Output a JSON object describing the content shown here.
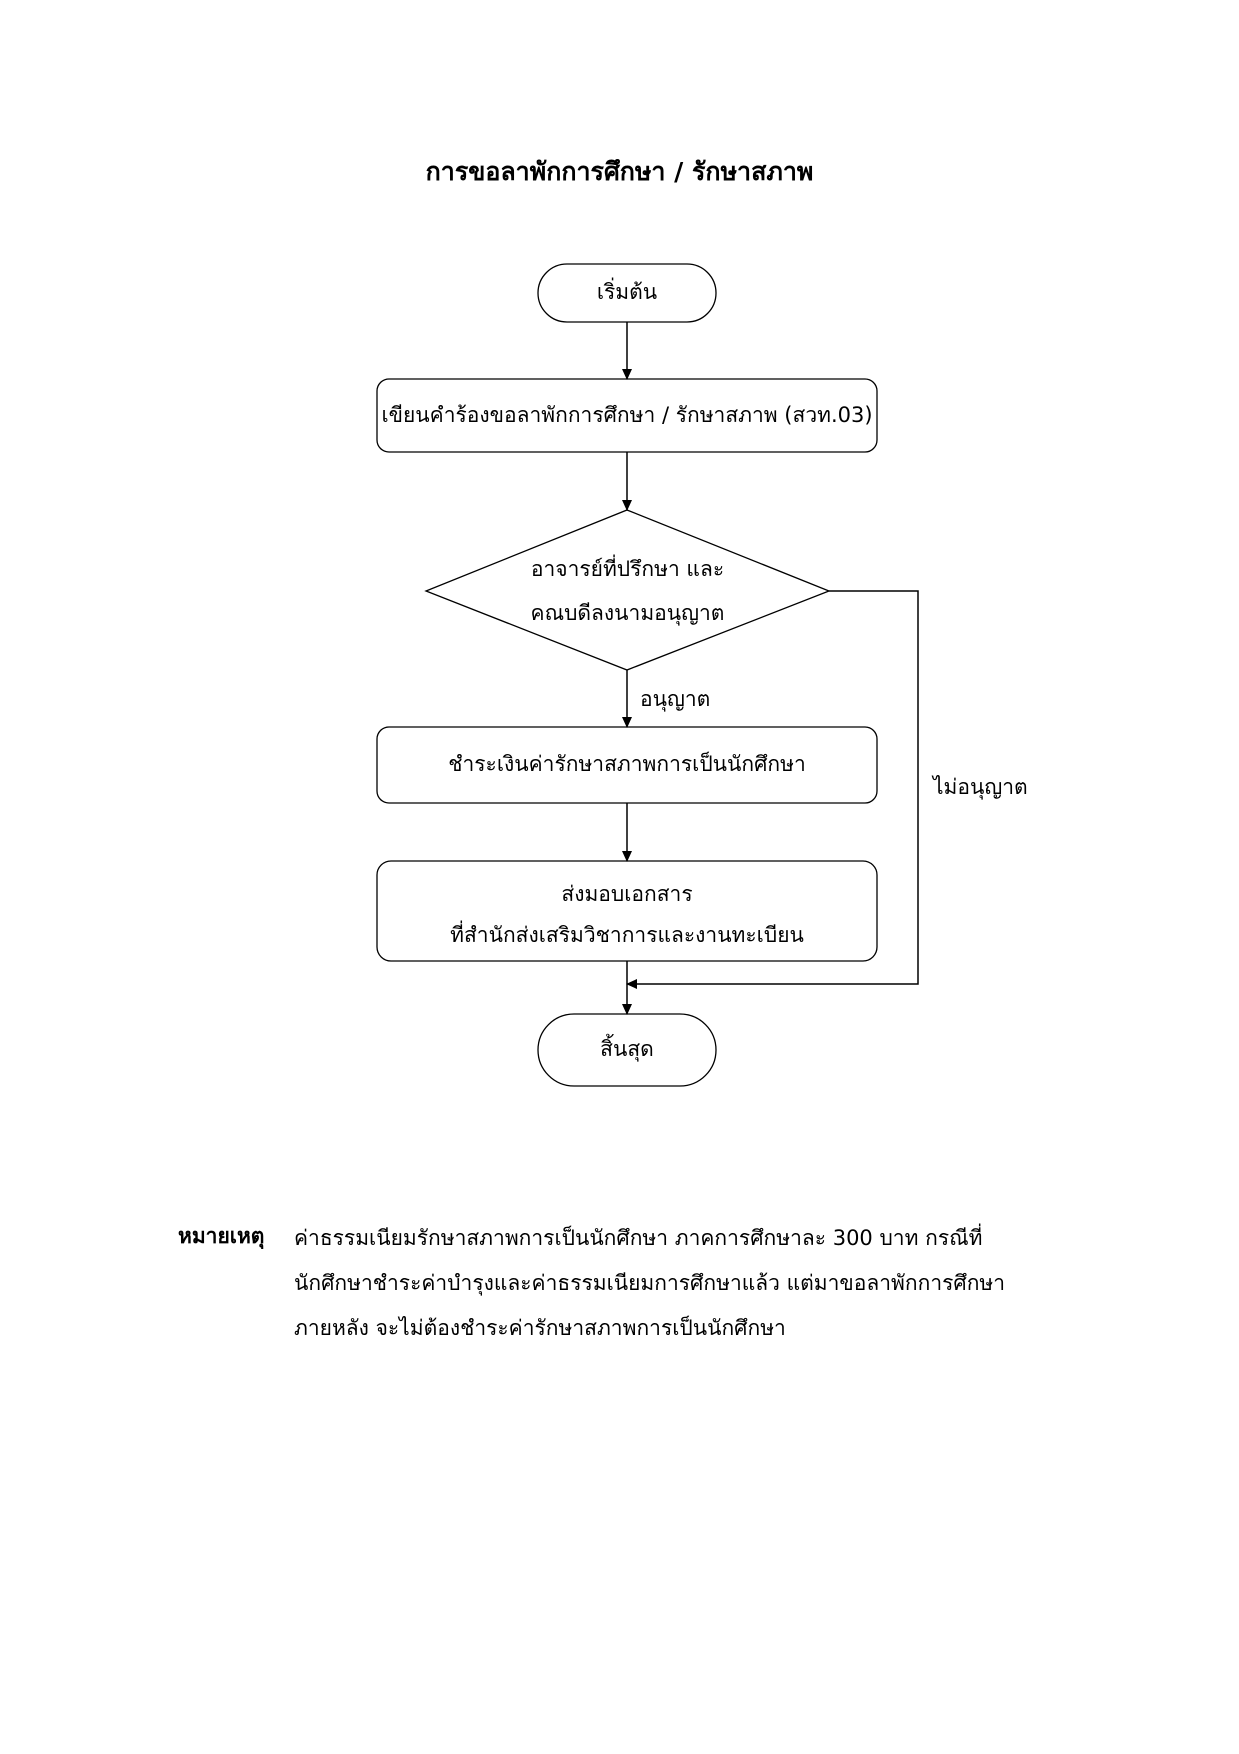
{
  "title": "การขอลาพักการศึกษา / รักษาสภาพ",
  "flow": {
    "start": "เริ่มต้น",
    "step1": "เขียนคำร้องขอลาพักการศึกษา / รักษาสภาพ (สวท.03)",
    "decision_line1": "อาจารย์ที่ปรึกษา และ",
    "decision_line2": "คณบดีลงนามอนุญาต",
    "yes_label": "อนุญาต",
    "no_label": "ไม่อนุญาต",
    "step2": "ชำระเงินค่ารักษาสภาพการเป็นนักศึกษา",
    "step3_line1": "ส่งมอบเอกสาร",
    "step3_line2": "ที่สำนักส่งเสริมวิชาการและงานทะเบียน",
    "end": "สิ้นสุด"
  },
  "note": {
    "heading": "หมายเหตุ",
    "line1": "ค่าธรรมเนียมรักษาสภาพการเป็นนักศึกษา ภาคการศึกษาละ 300 บาท กรณีที่",
    "line2": "นักศึกษาชำระค่าบำรุงและค่าธรรมเนียมการศึกษาแล้ว แต่มาขอลาพักการศึกษา",
    "line3": "ภายหลัง จะไม่ต้องชำระค่ารักษาสภาพการเป็นนักศึกษา"
  }
}
